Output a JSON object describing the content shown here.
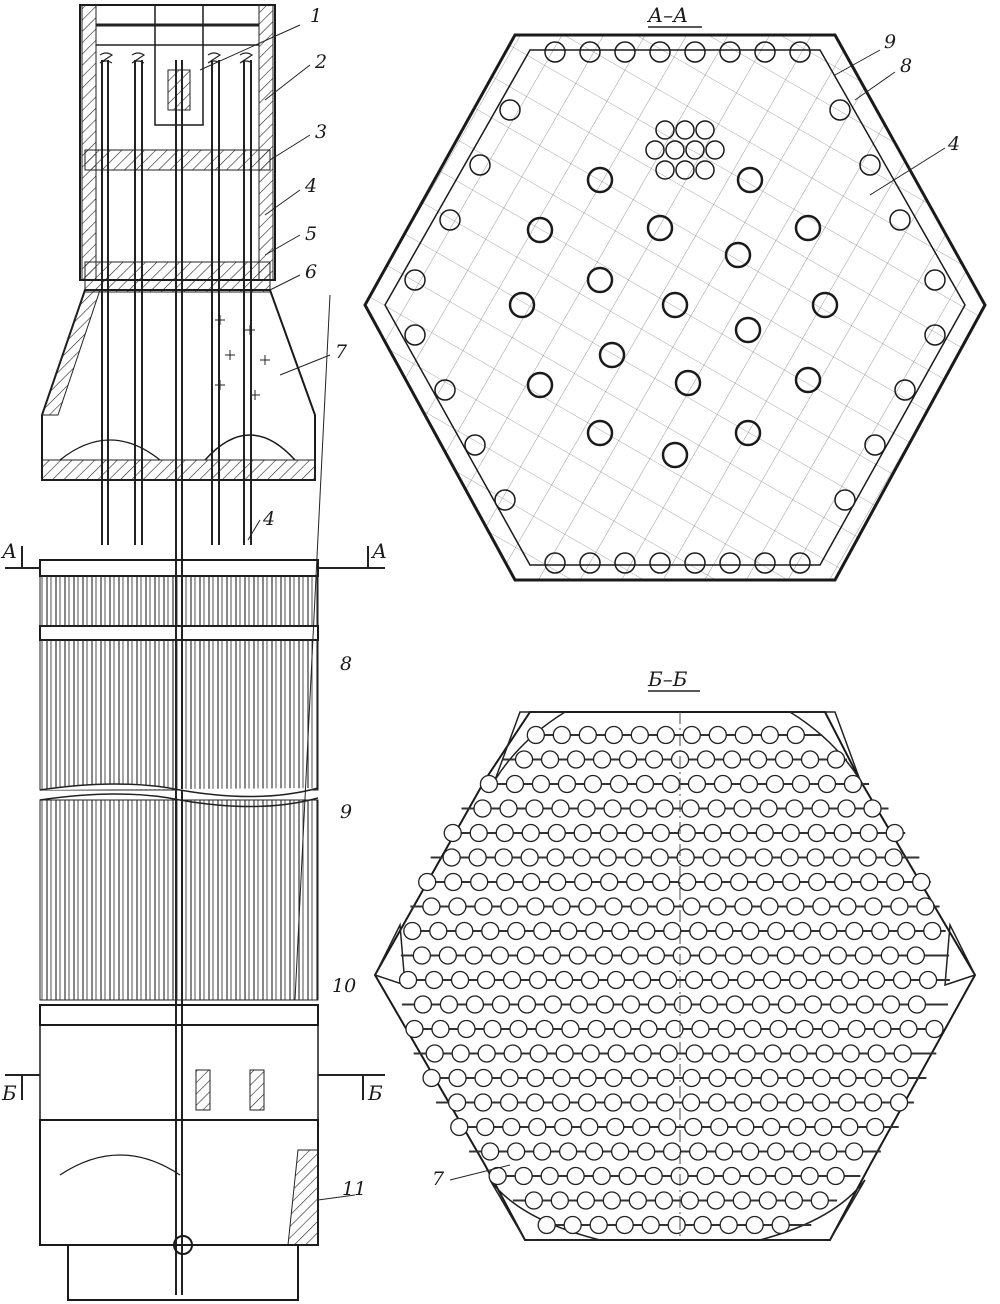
{
  "section_titles": {
    "aa": "А–А",
    "bb": "Б–Б"
  },
  "cut_marks": {
    "a_left": "А",
    "a_right": "А",
    "b_left": "Б",
    "b_right": "Б"
  },
  "callouts": {
    "c1": "1",
    "c2": "2",
    "c3": "3",
    "c4": "4",
    "c5": "5",
    "c6": "6",
    "c7": "7",
    "c4b": "4",
    "c8": "8",
    "c9": "9",
    "c10": "10",
    "c11": "11",
    "aa9": "9",
    "aa8": "8",
    "aa4": "4",
    "bb7": "7"
  }
}
